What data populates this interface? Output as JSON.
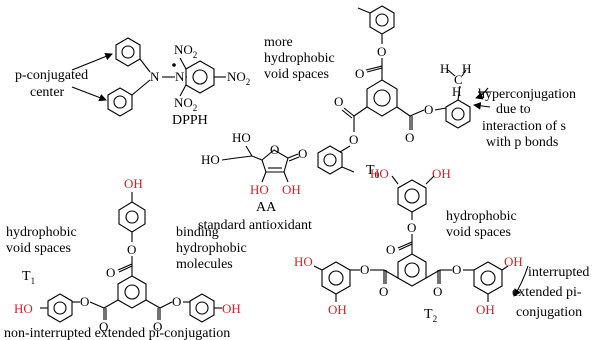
{
  "labels": {
    "p_conjugated_center": [
      "p-conjugated",
      "center"
    ],
    "dpph": "DPPH",
    "more_hydrophobic": [
      "more",
      "hydrophobic",
      "void spaces"
    ],
    "hyperconjugation": [
      "hyperconjugation",
      "due to",
      "interaction of s",
      "with p bonds"
    ],
    "t0": "T",
    "t0_sub": "0",
    "aa": "AA",
    "standard_antioxidant": "standard antioxidant",
    "hydrophobic_t1": [
      "hydrophobic",
      "void spaces"
    ],
    "binding": [
      "binding",
      "hydrophobic",
      "molecules"
    ],
    "t1": "T",
    "t1_sub": "1",
    "non_interrupted": "non-interrupted extended pi-conjugation",
    "hydrophobic_t2": [
      "hydrophobic",
      "void spaces"
    ],
    "t2": "T",
    "t2_sub": "2",
    "interrupted": [
      "interrupted",
      "extended pi-",
      "conjugation"
    ]
  },
  "atoms": {
    "no2": "NO",
    "no2_sub": "2",
    "n": "N",
    "o": "O",
    "oh": "OH",
    "ho": "HO",
    "h": "H",
    "c": "C"
  },
  "colors": {
    "hydroxyl_red": "#d4202a",
    "ink": "#000000"
  }
}
